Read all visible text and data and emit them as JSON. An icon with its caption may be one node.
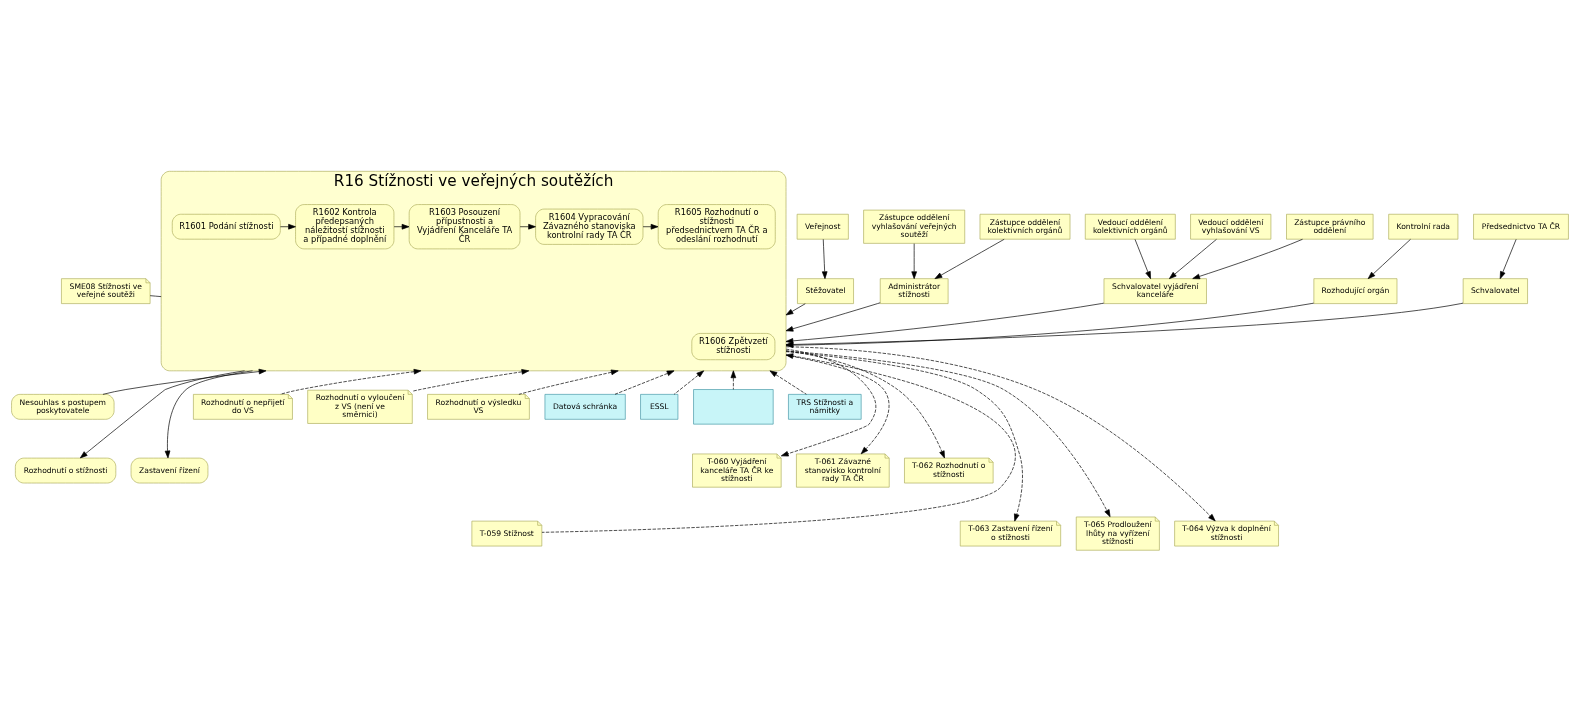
{
  "diagram": {
    "nodes": [
      {
        "text": [
          "SME08 Stížnosti ve veřejné soutěži"
        ]
      },
      {
        "text": [
          "Veřejnost"
        ]
      },
      {
        "text": [
          "Zástupce oddělení vyhlašování veřejných soutěží"
        ]
      },
      {
        "text": [
          "Zástupce oddělení kolektivních orgánů"
        ]
      },
      {
        "text": [
          "Vedoucí oddělení kolektivních orgánů"
        ]
      },
      {
        "text": [
          "Vedoucí oddělení vyhlašování VS"
        ]
      },
      {
        "text": [
          "Zástupce právního oddělení"
        ]
      },
      {
        "text": [
          "Kontrolní rada"
        ]
      },
      {
        "text": [
          "Předsednictvo TA ČR"
        ]
      },
      {
        "text": [
          "Stěžovatel"
        ]
      },
      {
        "text": [
          "Administrátor stížnosti"
        ]
      },
      {
        "text": [
          "Schvalovatel vyjádření kanceláře"
        ]
      },
      {
        "text": [
          "Rozhodující orgán"
        ]
      },
      {
        "text": [
          "Schvalovatel"
        ]
      },
      {
        "text": [
          "R16 Stížnosti ve veřejných soutěžích"
        ]
      },
      {
        "text": [
          "R1601 Podání stížnosti"
        ],
        "in": 14
      },
      {
        "text": [
          "R1602 Kontrola předepsaných náležitostí stížnosti a případné doplnění"
        ],
        "in": 14
      },
      {
        "text": [
          "R1603 Posouzení přípustnosti a Vyjádření Kanceláře TA ČR"
        ],
        "in": 14
      },
      {
        "text": [
          "R1604 Vypracování Závazného stanoviska kontrolní rady TA ČR"
        ],
        "in": 14
      },
      {
        "text": [
          "R1605 Rozhodnutí o stížnosti předsednictvem TA ČR a odeslání rozhodnutí"
        ],
        "in": 14
      },
      {
        "text": [
          "R1606 Zpětvzetí stížnosti"
        ],
        "in": 14
      },
      {
        "text": [
          "Nesouhlas s postupem poskytovatele"
        ]
      },
      {
        "text": [
          "Rozhodnutí o stížnosti"
        ]
      },
      {
        "text": [
          "Zastavení řízení"
        ]
      },
      {
        "text": [
          "Rozhodnutí o nepřijetí do VS"
        ]
      },
      {
        "text": [
          "Rozhodnutí o vyloučení z VS (není ve směrnici)"
        ]
      },
      {
        "text": [
          "Rozhodnutí o výsledku VS"
        ]
      },
      {
        "text": [
          "Datová schránka"
        ]
      },
      {
        "text": [
          "ESSL"
        ]
      },
      {
        "text": [],
        "shape": "box"
      },
      {
        "text": [
          "TRS Stížnosti a námitky"
        ]
      },
      {
        "text": [
          "T-060 Vyjádření kanceláře TA ČR ke stížnosti"
        ]
      },
      {
        "text": [
          "T-061 Závazné stanovisko kontrolní rady TA ČR"
        ]
      },
      {
        "text": [
          "T-062 Rozhodnutí o stížnosti"
        ]
      },
      {
        "text": [
          "T-059 Stížnost"
        ]
      },
      {
        "text": [
          "T-063 Zastavení řízení o stížnosti"
        ]
      },
      {
        "text": [
          "T-065 Prodloužení lhůty na vyřízení stížnosti"
        ]
      },
      {
        "text": [
          "T-064 Výzva k doplnění stížnosti"
        ]
      }
    ],
    "edges": [
      {
        "from": 1,
        "to": 9,
        "arrow": "to"
      },
      {
        "from": 2,
        "to": 10,
        "arrow": "to"
      },
      {
        "from": 3,
        "to": 10,
        "arrow": "to"
      },
      {
        "from": 4,
        "to": 11,
        "arrow": "to"
      },
      {
        "from": 5,
        "to": 11,
        "arrow": "to"
      },
      {
        "from": 6,
        "to": 11,
        "arrow": "to"
      },
      {
        "from": 7,
        "to": 12,
        "arrow": "to"
      },
      {
        "from": 8,
        "to": 13,
        "arrow": "to"
      },
      {
        "from": 0,
        "to": 14,
        "arrow": "none"
      },
      {
        "from": 9,
        "to": 14,
        "arrow": "to"
      },
      {
        "from": 10,
        "to": 14,
        "arrow": "to"
      },
      {
        "from": 11,
        "to": 14,
        "arrow": "to"
      },
      {
        "from": 12,
        "to": 14,
        "arrow": "to"
      },
      {
        "from": 13,
        "to": 14,
        "arrow": "to"
      },
      {
        "from": 21,
        "to": 14,
        "arrow": "to"
      },
      {
        "from": 14,
        "to": 22,
        "arrow": "to"
      },
      {
        "from": 14,
        "to": 23,
        "arrow": "to"
      },
      {
        "from": 15,
        "to": 16,
        "arrow": "to"
      },
      {
        "from": 16,
        "to": 17,
        "arrow": "to"
      },
      {
        "from": 17,
        "to": 18,
        "arrow": "to"
      },
      {
        "from": 18,
        "to": 19,
        "arrow": "to"
      },
      {
        "from": 24,
        "to": 14,
        "arrow": "to",
        "style": "dashed"
      },
      {
        "from": 25,
        "to": 14,
        "arrow": "to",
        "style": "dashed"
      },
      {
        "from": 26,
        "to": 14,
        "arrow": "to",
        "style": "dashed"
      },
      {
        "from": 27,
        "to": 14,
        "arrow": "to",
        "style": "dashed"
      },
      {
        "from": 28,
        "to": 14,
        "arrow": "to",
        "style": "dashed"
      },
      {
        "from": 29,
        "to": 14,
        "arrow": "to",
        "style": "dashed"
      },
      {
        "from": 30,
        "to": 14,
        "arrow": "to",
        "style": "dashed"
      },
      {
        "from": 34,
        "to": 14,
        "arrow": "to",
        "style": "dashed"
      },
      {
        "from": 14,
        "to": 31,
        "arrow": "to",
        "style": "dashed"
      },
      {
        "from": 14,
        "to": 32,
        "arrow": "to",
        "style": "dashed"
      },
      {
        "from": 14,
        "to": 33,
        "arrow": "to",
        "style": "dashed"
      },
      {
        "from": 14,
        "to": 35,
        "arrow": "to",
        "style": "dashed"
      },
      {
        "from": 14,
        "to": 36,
        "arrow": "to",
        "style": "dashed"
      },
      {
        "from": 14,
        "to": 37,
        "arrow": "to",
        "style": "dashed"
      }
    ]
  }
}
